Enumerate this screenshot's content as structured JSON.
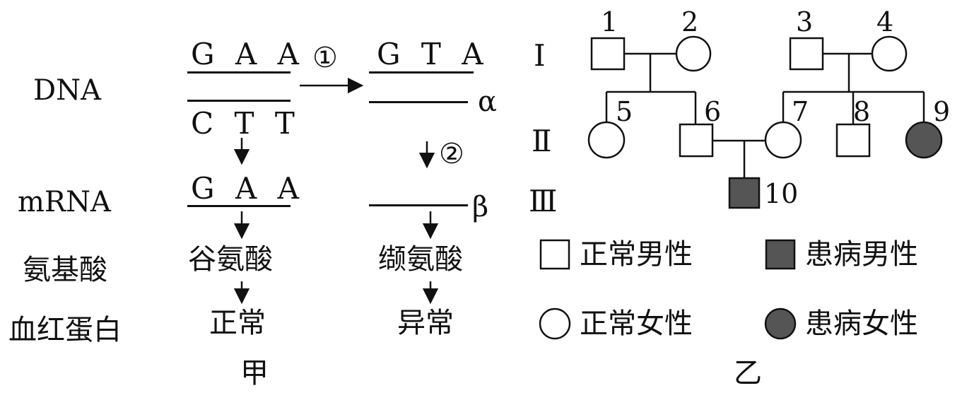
{
  "left": {
    "row_labels": {
      "dna": "DNA",
      "mrna": "mRNA",
      "amino_acid": "氨基酸",
      "hemoglobin": "血红蛋白"
    },
    "normal": {
      "dna_top": "G A A",
      "dna_bottom": "C T T",
      "mrna": "G A A",
      "amino_acid": "谷氨酸",
      "hemoglobin": "正常"
    },
    "mutant": {
      "dna_top": "G T A",
      "strand_alpha": "α",
      "strand_beta": "β",
      "amino_acid": "缬氨酸",
      "hemoglobin": "异常"
    },
    "step1": "①",
    "step2": "②",
    "caption": "甲"
  },
  "pedigree": {
    "generations": [
      "Ⅰ",
      "Ⅱ",
      "Ⅲ"
    ],
    "individuals": [
      {
        "id": "1",
        "sex": "male",
        "affected": false
      },
      {
        "id": "2",
        "sex": "female",
        "affected": false
      },
      {
        "id": "3",
        "sex": "male",
        "affected": false
      },
      {
        "id": "4",
        "sex": "female",
        "affected": false
      },
      {
        "id": "5",
        "sex": "female",
        "affected": false
      },
      {
        "id": "6",
        "sex": "male",
        "affected": false
      },
      {
        "id": "7",
        "sex": "female",
        "affected": false
      },
      {
        "id": "8",
        "sex": "male",
        "affected": false
      },
      {
        "id": "9",
        "sex": "female",
        "affected": true
      },
      {
        "id": "10",
        "sex": "male",
        "affected": true
      }
    ],
    "legend": {
      "normal_male": "正常男性",
      "affected_male": "患病男性",
      "normal_female": "正常女性",
      "affected_female": "患病女性"
    },
    "affected_color": "#555555",
    "caption": "乙"
  }
}
